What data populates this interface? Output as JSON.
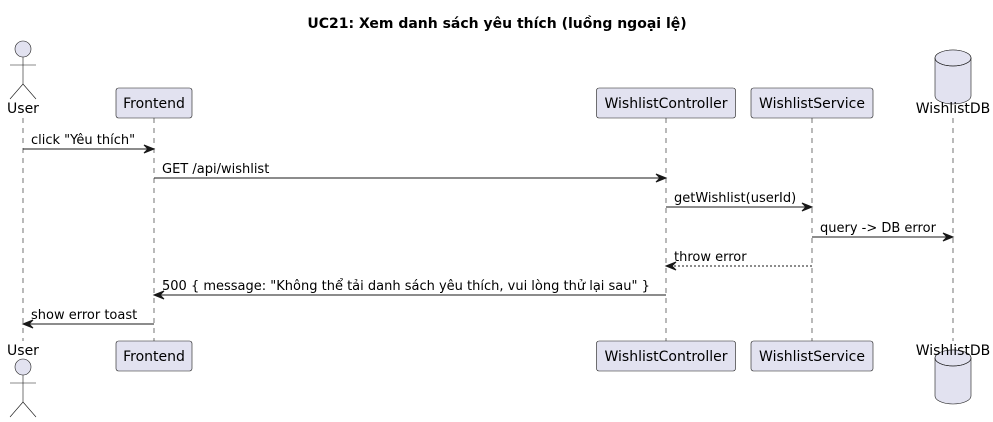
{
  "diagram": {
    "title": "UC21: Xem danh sách yêu thích (luồng ngoại lệ)",
    "fill_color": "#E2E2F0",
    "stroke_color": "#181818",
    "participants": [
      {
        "id": "user",
        "label": "User",
        "kind": "actor"
      },
      {
        "id": "frontend",
        "label": "Frontend",
        "kind": "participant"
      },
      {
        "id": "wishlist-controller",
        "label": "WishlistController",
        "kind": "participant"
      },
      {
        "id": "wishlist-service",
        "label": "WishlistService",
        "kind": "participant"
      },
      {
        "id": "wishlist-db",
        "label": "WishlistDB",
        "kind": "database"
      }
    ],
    "messages": [
      {
        "from": "user",
        "to": "frontend",
        "label": "click \"Yêu thích\"",
        "style": "solid"
      },
      {
        "from": "frontend",
        "to": "wishlist-controller",
        "label": "GET /api/wishlist",
        "style": "solid"
      },
      {
        "from": "wishlist-controller",
        "to": "wishlist-service",
        "label": "getWishlist(userId)",
        "style": "solid"
      },
      {
        "from": "wishlist-service",
        "to": "wishlist-db",
        "label": "query -> DB error",
        "style": "solid"
      },
      {
        "from": "wishlist-service",
        "to": "wishlist-controller",
        "label": "throw error",
        "style": "dashed"
      },
      {
        "from": "wishlist-controller",
        "to": "frontend",
        "label": "500 { message: \"Không thể tải danh sách yêu thích, vui lòng thử lại sau\" }",
        "style": "solid"
      },
      {
        "from": "frontend",
        "to": "user",
        "label": "show error toast",
        "style": "solid"
      }
    ]
  }
}
